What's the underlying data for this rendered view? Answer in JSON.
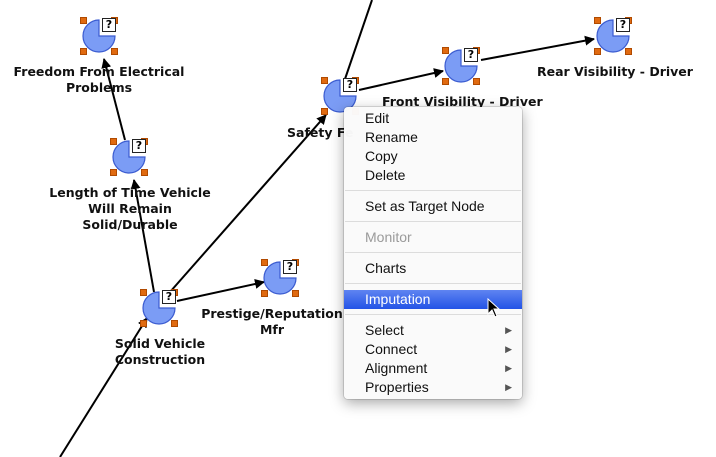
{
  "colors": {
    "node_fill": "#7b9cf5",
    "node_outline": "#3a5bd0",
    "corner_handle": "#e06a10",
    "highlight": "#2f5fe8",
    "disabled_text": "#9a9a9a"
  },
  "nodes": [
    {
      "id": "freedom",
      "label": "Freedom From Electrical\nProblems",
      "badge": "?"
    },
    {
      "id": "length",
      "label": "Length of Time Vehicle\nWill Remain\nSolid/Durable",
      "badge": "?"
    },
    {
      "id": "solid",
      "label": "Solid Vehicle\nConstruction",
      "badge": "?"
    },
    {
      "id": "prestige",
      "label": "Prestige/Reputation\nMfr",
      "badge": "?"
    },
    {
      "id": "safety",
      "label": "Safety Fe",
      "badge": "?"
    },
    {
      "id": "front",
      "label": "Front Visibility - Driver",
      "badge": "?"
    },
    {
      "id": "rear",
      "label": "Rear Visibility - Driver",
      "badge": "?"
    }
  ],
  "context_menu": {
    "items": [
      {
        "label": "Edit",
        "enabled": true
      },
      {
        "label": "Rename",
        "enabled": true
      },
      {
        "label": "Copy",
        "enabled": true
      },
      {
        "label": "Delete",
        "enabled": true
      },
      {
        "label": "Set as Target Node",
        "enabled": true
      },
      {
        "label": "Monitor",
        "enabled": false
      },
      {
        "label": "Charts",
        "enabled": true
      },
      {
        "label": "Imputation",
        "enabled": true,
        "highlighted": true
      },
      {
        "label": "Select",
        "enabled": true,
        "submenu": true
      },
      {
        "label": "Connect",
        "enabled": true,
        "submenu": true
      },
      {
        "label": "Alignment",
        "enabled": true,
        "submenu": true
      },
      {
        "label": "Properties",
        "enabled": true,
        "submenu": true
      }
    ],
    "submenu_arrow": "▶"
  }
}
